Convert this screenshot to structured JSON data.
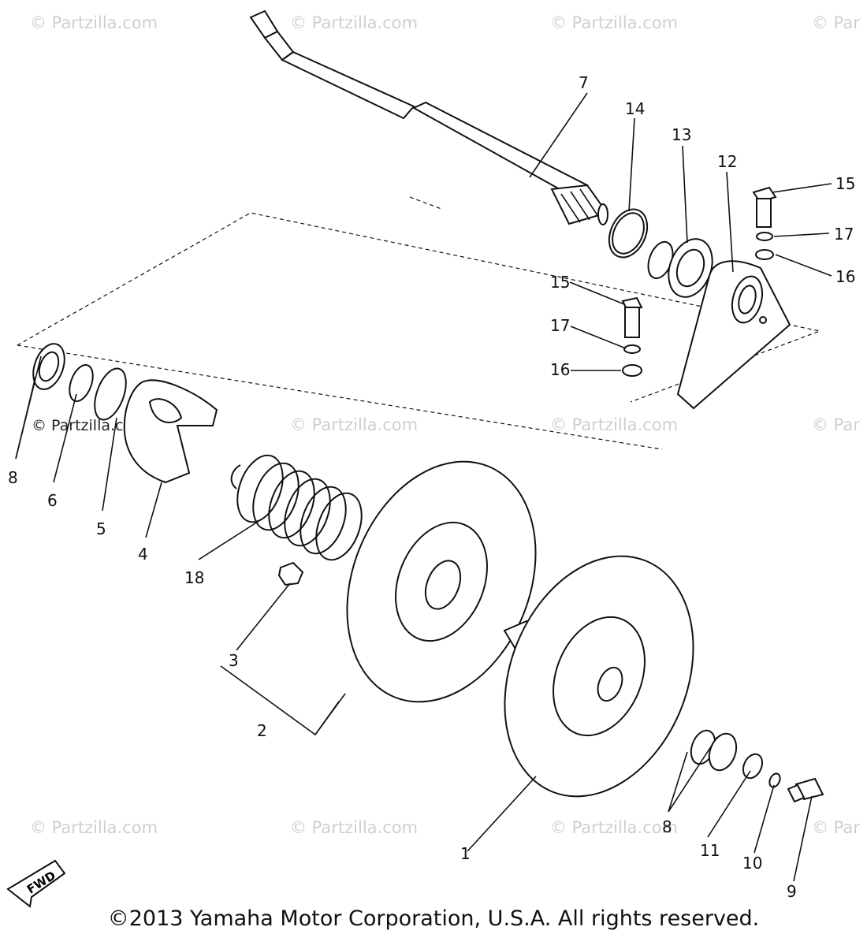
{
  "watermark": "© Partzilla.com",
  "watermark_inline": "© Partzilla.com",
  "watermark_partial": "© Par",
  "fwd_label": "FWD",
  "copyright": "©2013 Yamaha Motor Corporation, U.S.A. All rights reserved.",
  "callouts": {
    "c1": "1",
    "c2": "2",
    "c3": "3",
    "c4": "4",
    "c5": "5",
    "c6": "6",
    "c7": "7",
    "c8a": "8",
    "c8b": "8",
    "c9": "9",
    "c10": "10",
    "c11": "11",
    "c12": "12",
    "c13": "13",
    "c14": "14",
    "c15a": "15",
    "c15b": "15",
    "c16a": "16",
    "c16b": "16",
    "c17a": "17",
    "c17b": "17",
    "c18": "18"
  }
}
